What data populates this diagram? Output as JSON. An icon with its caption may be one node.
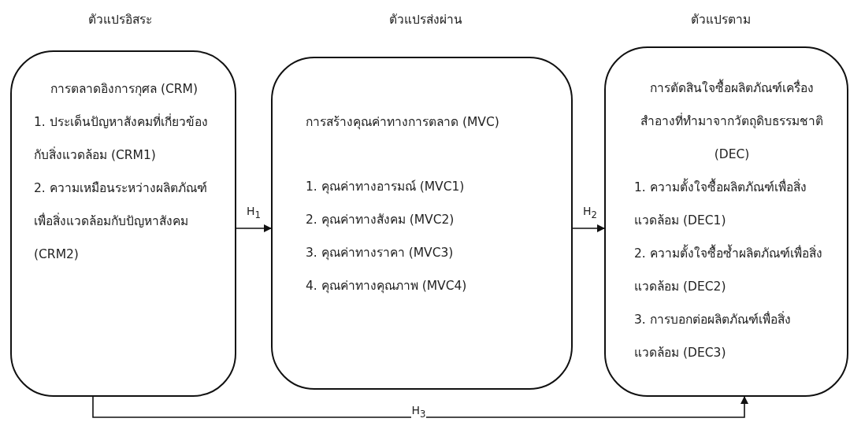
{
  "diagram": {
    "nodes": [
      {
        "text": [
          "การตลาดอิงการกุศล (CRM)",
          "1. ประเด็นปัญหาสังคมที่เกี่ยวข้องกับสิ่งแวดล้อม (CRM1)",
          "2. ความเหมือนระหว่างผลิตภัณฑ์เพื่อสิ่งแวดล้อมกับปัญหาสังคม (CRM2)"
        ]
      },
      {
        "text": [
          "การสร้างคุณค่าทางการตลาด (MVC)",
          "1. คุณค่าทางอารมณ์ (MVC1)",
          "2. คุณค่าทางสังคม (MVC2)",
          "3. คุณค่าทางราคา (MVC3)",
          "4. คุณค่าทางคุณภาพ (MVC4)"
        ]
      },
      {
        "text": [
          "การตัดสินใจซื้อผลิตภัณฑ์เครื่องสำอางที่ทำมาจากวัตถุดิบธรรมชาติ (DEC)",
          "1. ความตั้งใจซื้อผลิตภัณฑ์เพื่อสิ่งแวดล้อม (DEC1)",
          "2. ความตั้งใจซื้อซ้ำผลิตภัณฑ์เพื่อสิ่งแวดล้อม (DEC2)",
          "3. การบอกต่อผลิตภัณฑ์เพื่อสิ่งแวดล้อม (DEC3)"
        ]
      }
    ],
    "edges": [
      {
        "from": 0,
        "to": 1,
        "arrow": "to",
        "label": "H$_{1}$"
      },
      {
        "from": 1,
        "to": 2,
        "arrow": "to",
        "label": "H$_{2}$"
      },
      {
        "from": 0,
        "to": 2,
        "arrow": "to",
        "label": "H$_{3}$"
      }
    ],
    "labels": [
      "ตัวแปรอิสระ",
      "ตัวแปรส่งผ่าน",
      "ตัวแปรตาม"
    ]
  }
}
